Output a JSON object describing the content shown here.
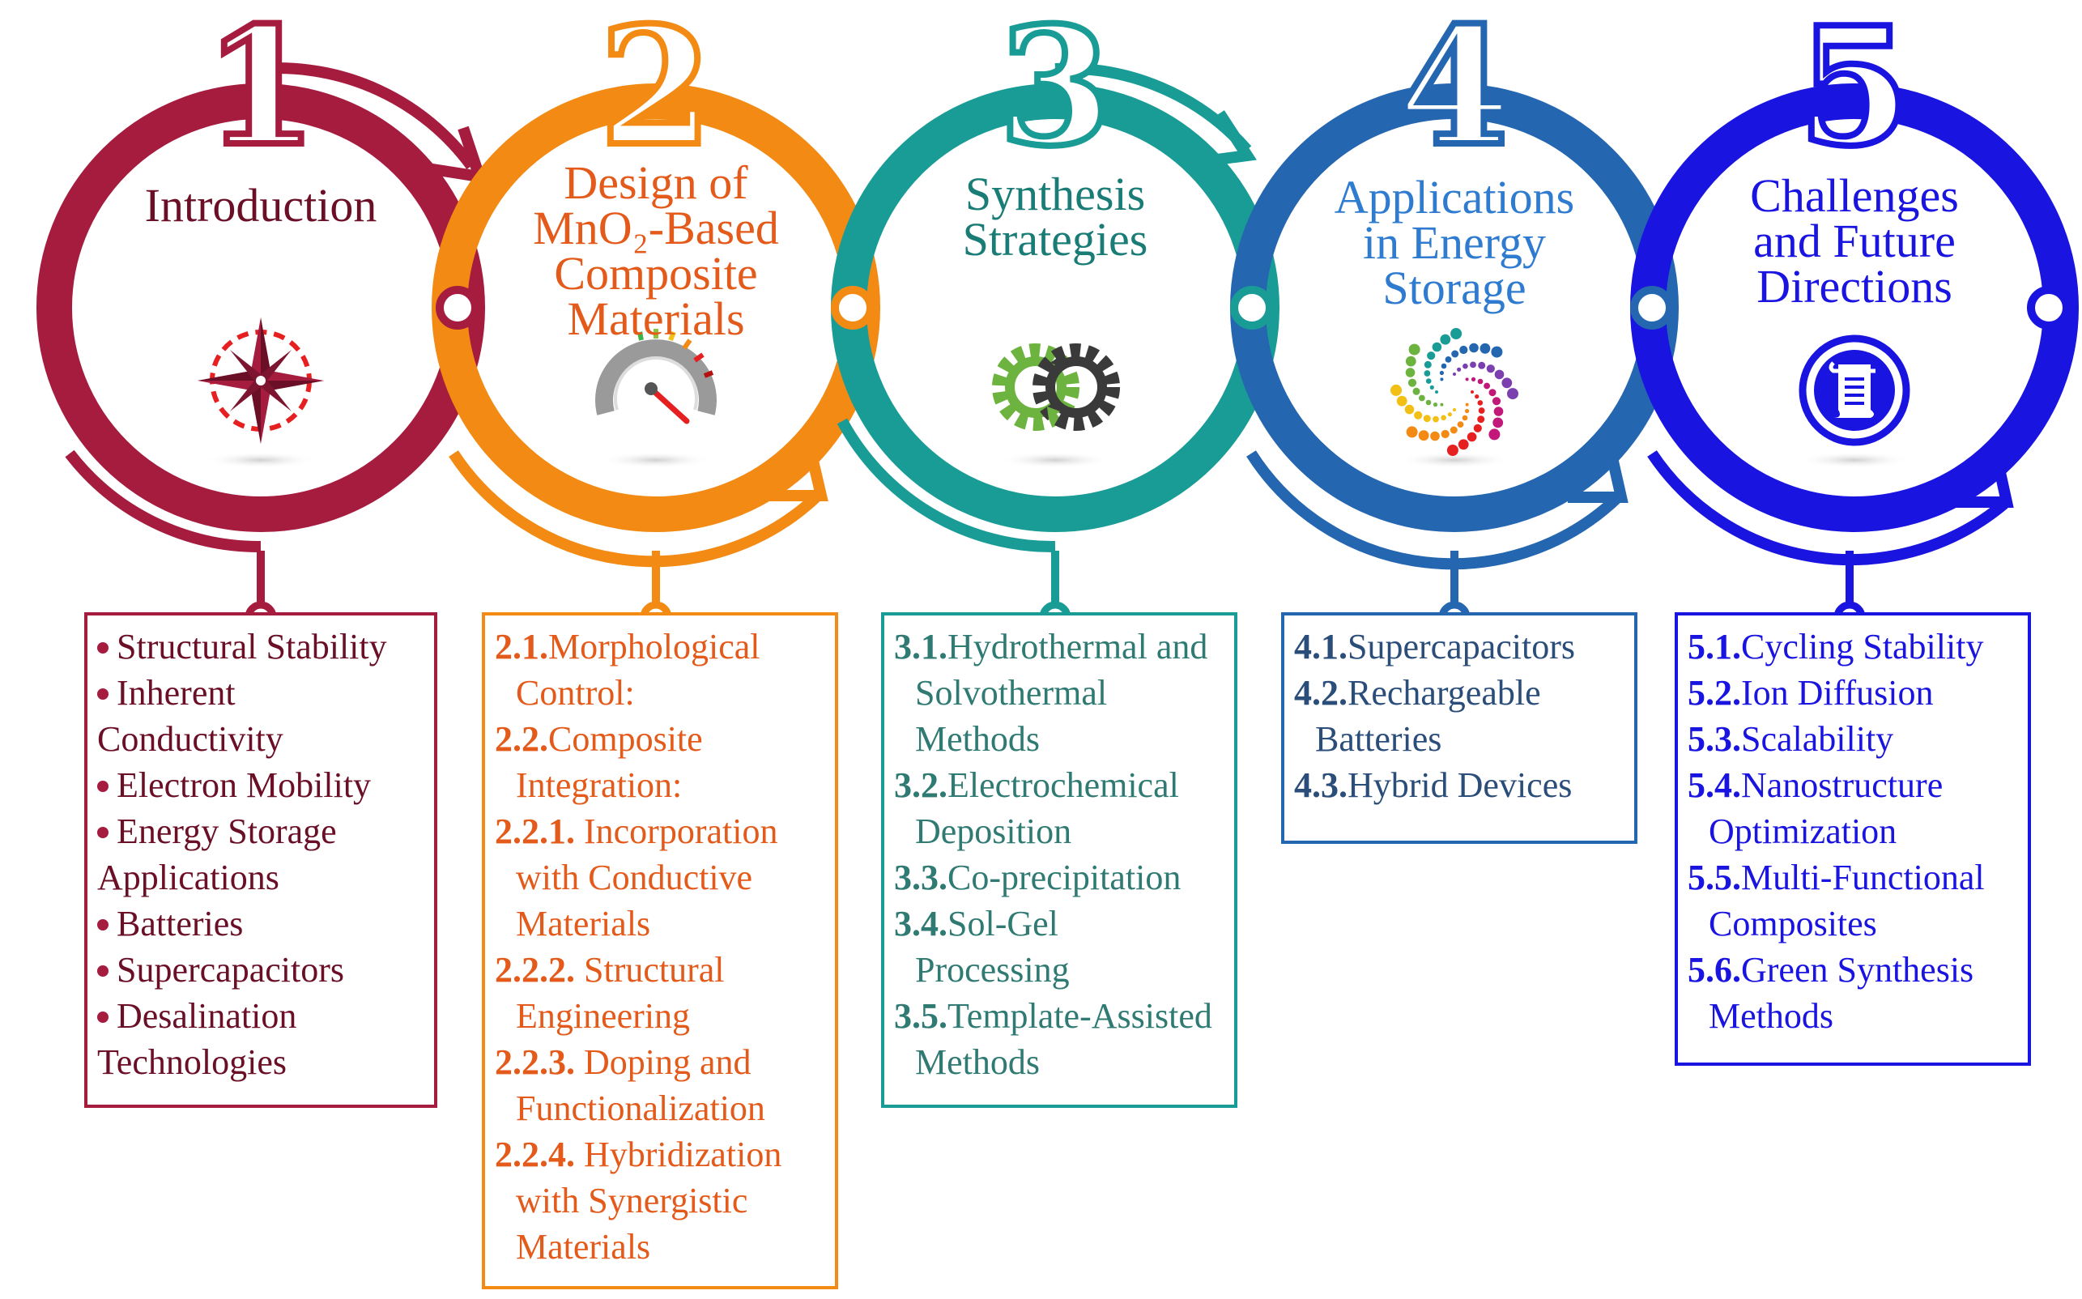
{
  "colors": {
    "stage1": "#A51C3F",
    "stage2": "#F28A14",
    "stage3": "#1A9C96",
    "stage4": "#2466B0",
    "stage5": "#1A14E0",
    "stage2_text": "#E35A1A"
  },
  "stages": [
    {
      "number": "1",
      "title_lines": [
        "Introduction"
      ],
      "icon": "compass-rose-icon",
      "items": [
        {
          "num": "",
          "text": "Structural Stability"
        },
        {
          "num": "",
          "text": "Inherent Conductivity"
        },
        {
          "num": "",
          "text": "Electron Mobility"
        },
        {
          "num": "",
          "text": "Energy Storage Applications"
        },
        {
          "num": "",
          "text": "Batteries"
        },
        {
          "num": "",
          "text": "Supercapacitors"
        },
        {
          "num": "",
          "text": "Desalination Technologies"
        }
      ]
    },
    {
      "number": "2",
      "title_lines": [
        "Design of",
        "MnO₂-Based",
        "Composite",
        "Materials"
      ],
      "icon": "gauge-meter-icon",
      "items": [
        {
          "num": "2.1.",
          "text": "Morphological Control:"
        },
        {
          "num": "2.2.",
          "text": "Composite Integration:"
        },
        {
          "num": "2.2.1.",
          "text": " Incorporation with Conductive Materials"
        },
        {
          "num": "2.2.2.",
          "text": " Structural Engineering"
        },
        {
          "num": "2.2.3.",
          "text": " Doping and Functionalization"
        },
        {
          "num": "2.2.4.",
          "text": " Hybridization with Synergistic Materials"
        }
      ]
    },
    {
      "number": "3",
      "title_lines": [
        "Synthesis",
        "Strategies"
      ],
      "icon": "gears-cycle-icon",
      "items": [
        {
          "num": "3.1.",
          "text": "Hydrothermal and Solvothermal Methods"
        },
        {
          "num": "3.2.",
          "text": "Electrochemical Deposition"
        },
        {
          "num": "3.3.",
          "text": "Co-precipitation"
        },
        {
          "num": "3.4.",
          "text": "Sol-Gel Processing"
        },
        {
          "num": "3.5.",
          "text": "Template-Assisted Methods"
        }
      ]
    },
    {
      "number": "4",
      "title_lines": [
        "Applications",
        "in Energy",
        "Storage"
      ],
      "icon": "dotted-spiral-icon",
      "items": [
        {
          "num": "4.1.",
          "text": "Supercapacitors"
        },
        {
          "num": "4.2.",
          "text": "Rechargeable Batteries"
        },
        {
          "num": "4.3.",
          "text": "Hybrid Devices"
        }
      ]
    },
    {
      "number": "5",
      "title_lines": [
        "Challenges",
        "and Future",
        "Directions"
      ],
      "icon": "document-scroll-icon",
      "items": [
        {
          "num": "5.1.",
          "text": "Cycling Stability"
        },
        {
          "num": "5.2.",
          "text": "Ion Diffusion"
        },
        {
          "num": "5.3.",
          "text": "Scalability"
        },
        {
          "num": "5.4.",
          "text": "Nanostructure Optimization"
        },
        {
          "num": "5.5.",
          "text": "Multi-Functional Composites"
        },
        {
          "num": "5.6.",
          "text": "Green Synthesis Methods"
        }
      ]
    }
  ]
}
